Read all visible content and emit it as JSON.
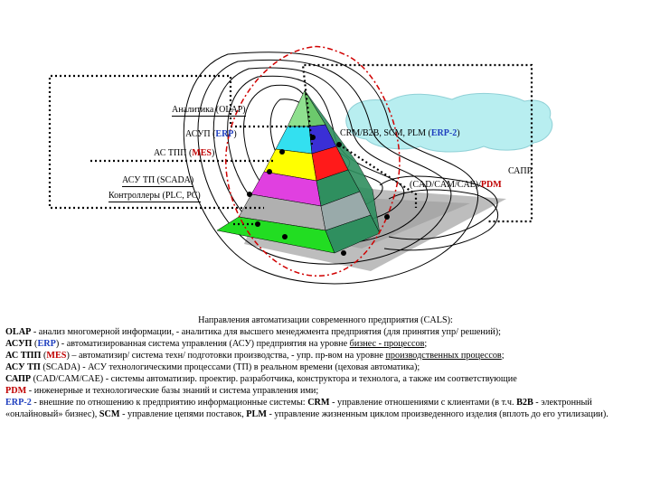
{
  "diagram": {
    "labels": {
      "olap": "Аналитика (OLAP)",
      "asup_prefix": "АСУП (",
      "asup_term": "ERP",
      "asup_suffix": ")",
      "astpp_prefix": "АС ТПП (",
      "astpp_term": "MES",
      "astpp_suffix": ")",
      "asutp": "АСУ ТП (SCADA)",
      "controllers": "Контроллеры (PLC, PC)",
      "crm_prefix": "CRM/B2B,  SCM,  PLM  (",
      "crm_term": "ERP-2",
      "crm_suffix": ")",
      "sapr_line1": "САПР",
      "sapr_line2_prefix": "(CAD/CAM/CAE)/",
      "sapr_line2_term": "PDM"
    },
    "colors": {
      "layer_top": "#8fe08f",
      "layer_cyan": "#33e0f0",
      "layer_blue": "#3a2fd6",
      "layer_red": "#ff1a1a",
      "layer_magenta": "#e040e0",
      "layer_gray": "#b0b0b0",
      "layer_green": "#22dd22",
      "face_dark": "#2f8f5f",
      "shadow": "#bdbdbd",
      "cloud": "#b8eef0",
      "red_dash": "#d00000"
    }
  },
  "text": {
    "title": "Направления автоматизации современного предприятия (CALS):",
    "lines": [
      {
        "term": "OLAP",
        "text": " - анализ многомерной информации, - аналитика для высшего менеджмента предприятия (для принятия упр/ решений);"
      },
      {
        "term": "АСУП",
        "paren_open": " (",
        "term2": "ERP",
        "text": ") - автоматизированная система управления (АСУ) предприятия на уровне ",
        "under": "бизнес - процессов",
        "tail": ";"
      },
      {
        "term": "АС ТПП",
        "paren_open": " (",
        "term2": "MES",
        "text": ") – автоматизир/ система техн/ подготовки производства, - упр. пр-вом на уровне ",
        "under": "производственных процессов",
        "tail": ";"
      },
      {
        "term": "АСУ ТП",
        "text": " (SCADA) - АСУ технологическими процессами (ТП) в реальном времени (цеховая автоматика);"
      },
      {
        "term": "САПР",
        "text": " (CAD/CAM/CAE) - системы автоматизир. проектир. разработчика, конструктора и технолога, а также им соответствующие"
      },
      {
        "term": "PDM",
        "text": " - инженерные и технологические базы знаний и система управления ими;"
      },
      {
        "term": "ERP-2",
        "text": " - внешние по отношению к предприятию информационные системы: ",
        "term3": "CRM",
        "text2": " - управление отношениями с клиентами (в т.ч. ",
        "term4": "B2B",
        "text3": " - электронный «онлайновый» бизнес), ",
        "term5": "SCM",
        "text4": " - управление цепями поставок, ",
        "term6": "PLM",
        "text5": " - управление жизненным циклом произведенного изделия (вплоть до его утилизации)."
      }
    ]
  }
}
